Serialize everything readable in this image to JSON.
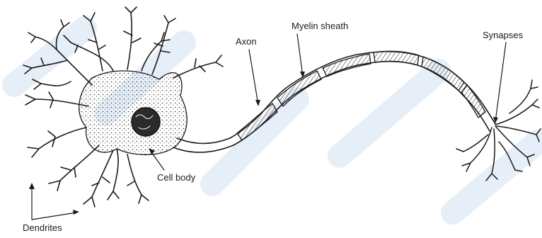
{
  "labels": {
    "axon": "Axon",
    "myelin_sheath": "Myelin sheath",
    "synapses": "Synapses",
    "cell_body": "Cell body",
    "dendrites": "Dendrites"
  },
  "colors": {
    "ink": "#1a1a1a",
    "watermark": "#e6eef7"
  }
}
